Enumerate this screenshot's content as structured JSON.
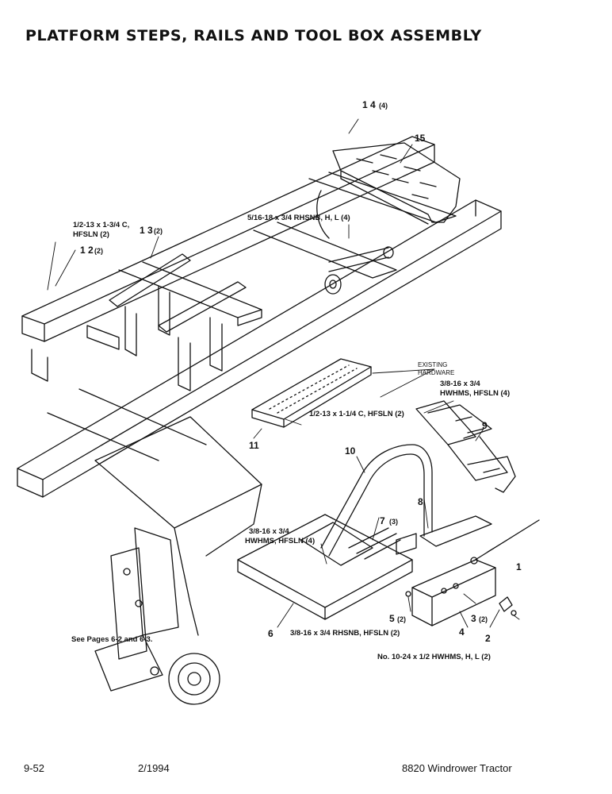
{
  "title": "PLATFORM STEPS, RAILS AND TOOL BOX ASSEMBLY",
  "callouts": {
    "c1": {
      "num": "1",
      "count": ""
    },
    "c2": {
      "num": "2",
      "count": ""
    },
    "c3": {
      "num": "3",
      "count": "(2)"
    },
    "c4": {
      "num": "4",
      "count": ""
    },
    "c5": {
      "num": "5",
      "count": "(2)"
    },
    "c6": {
      "num": "6",
      "count": ""
    },
    "c7": {
      "num": "7",
      "count": "(3)"
    },
    "c8": {
      "num": "8",
      "count": ""
    },
    "c9": {
      "num": "9",
      "count": ""
    },
    "c10": {
      "num": "10",
      "count": ""
    },
    "c11": {
      "num": "11",
      "count": ""
    },
    "c12": {
      "num": "1 2",
      "count": "(2)"
    },
    "c13": {
      "num": "1 3",
      "count": "(2)"
    },
    "c14": {
      "num": "1 4",
      "count": "(4)"
    },
    "c15": {
      "num": "15",
      "count": ""
    }
  },
  "hardware": {
    "h1a": "1/2-13 x 1-3/4 C,",
    "h1b": "HFSLN (2)",
    "h2": "5/16-18 x 3/4 RHSNB, H, L (4)",
    "h3a": "EXISTING",
    "h3b": "HARDWARE",
    "h4a": "3/8-16 x 3/4",
    "h4b": "HWHMS, HFSLN (4)",
    "h5": "1/2-13 x 1-1/4 C, HFSLN (2)",
    "h6a": "3/8-16 x 3/4",
    "h6b": "HWHMS, HFSLN (4)",
    "h7": "3/8-16 x 3/4 RHSNB, HFSLN (2)",
    "h8": "No. 10-24 x 1/2 HWHMS, H, L (2)",
    "h9": "See Pages 6-2 and 6-3."
  },
  "footer": {
    "page": "9-52",
    "date": "2/1994",
    "model": "8820 Windrower Tractor"
  }
}
